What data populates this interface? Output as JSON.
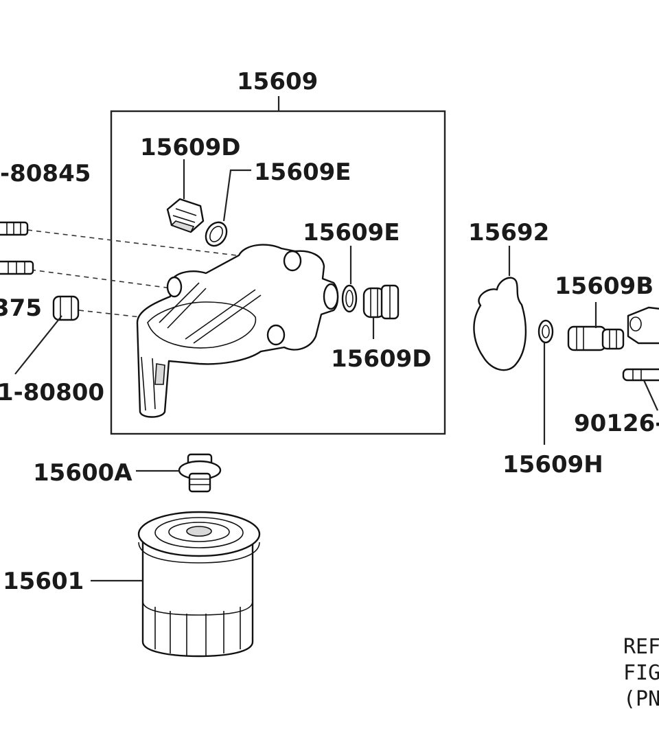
{
  "labels": {
    "p15609": "15609",
    "p15609d_top": "15609D",
    "p15609e_top": "15609E",
    "p15609e_right": "15609E",
    "p15609d_right": "15609D",
    "p15692": "15692",
    "p15609b": "15609B",
    "p15609h": "15609H",
    "p15600a": "15600A",
    "p15601": "15601",
    "p80845": "-80845",
    "p875": "375",
    "p80800": "1-80800",
    "p90126": "90126-"
  },
  "note": [
    "REF",
    "FIG",
    "(PN"
  ]
}
